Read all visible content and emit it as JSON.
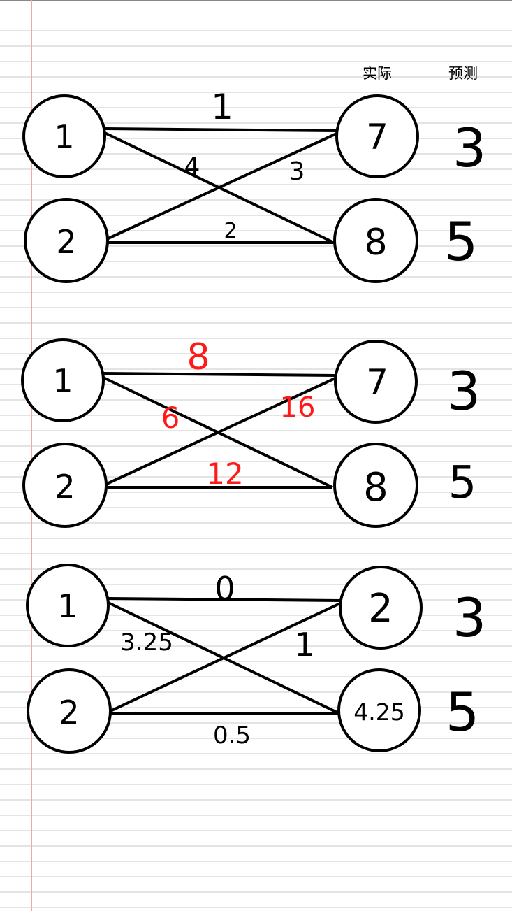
{
  "column_headers": {
    "actual": "实际",
    "predicted": "预测"
  },
  "diagrams": [
    {
      "id": "d1",
      "inputs": [
        "1",
        "2"
      ],
      "outputs": [
        "7",
        "8"
      ],
      "predictions": [
        "3",
        "5"
      ],
      "weight_color": "#000000",
      "weights": {
        "w_1_7": "1",
        "w_1_8": "4",
        "w_2_7": "3",
        "w_2_8": "2"
      }
    },
    {
      "id": "d2",
      "inputs": [
        "1",
        "2"
      ],
      "outputs": [
        "7",
        "8"
      ],
      "predictions": [
        "3",
        "5"
      ],
      "weight_color": "#ff1a1a",
      "weights": {
        "w_1_7": "8",
        "w_1_8": "6",
        "w_2_7": "16",
        "w_2_8": "12"
      }
    },
    {
      "id": "d3",
      "inputs": [
        "1",
        "2"
      ],
      "outputs": [
        "2",
        "4.25"
      ],
      "predictions": [
        "3",
        "5"
      ],
      "weight_color": "#000000",
      "weights": {
        "w_1_7": "0",
        "w_1_8": "3.25",
        "w_2_7": "1",
        "w_2_8": "0.5"
      }
    }
  ],
  "colors": {
    "ink": "#000000",
    "ruled_line": "#dcdcdc",
    "margin_line": "#f2a7a0",
    "highlight": "#ff1a1a"
  }
}
